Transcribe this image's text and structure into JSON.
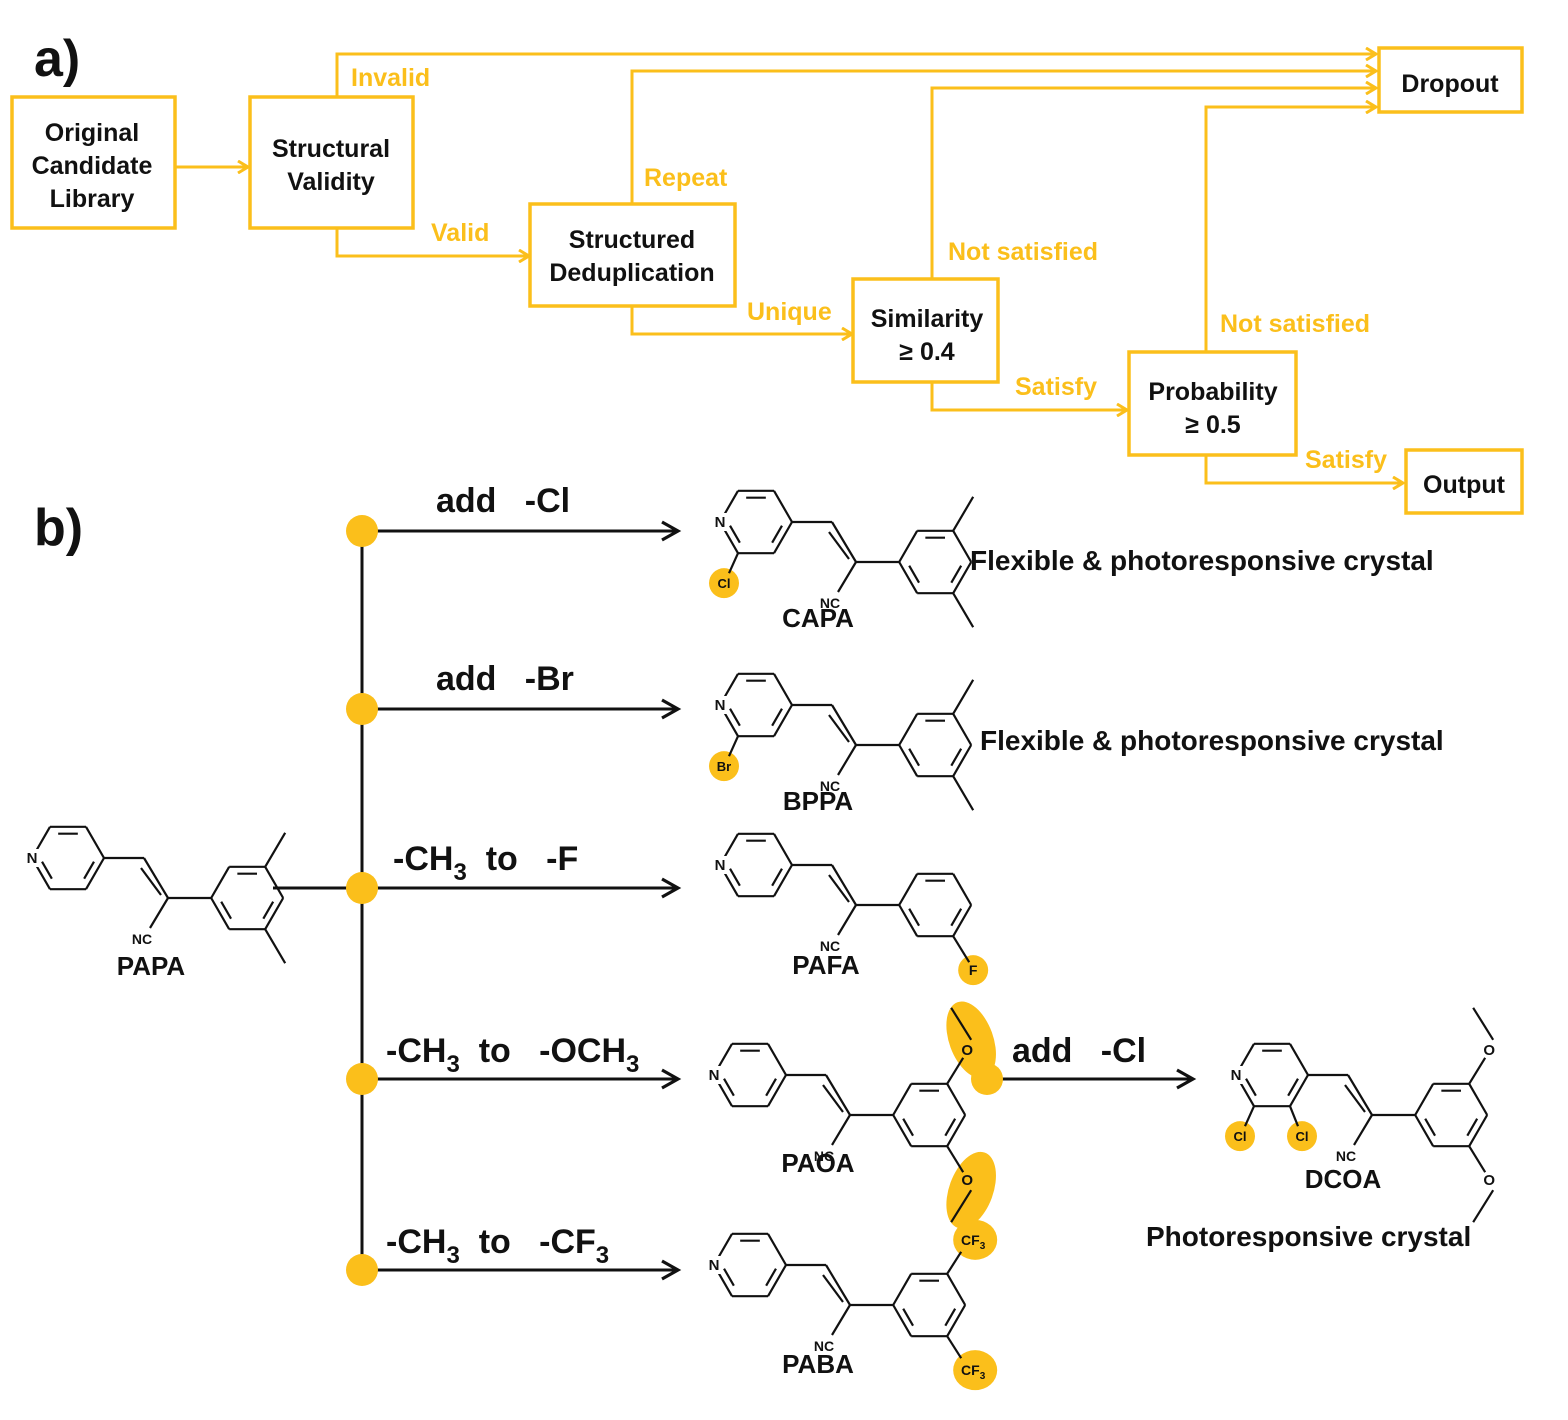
{
  "colors": {
    "accent": "#FBBF1B",
    "ink": "#111111"
  },
  "panel_a": {
    "label": "a)",
    "boxes": {
      "library": [
        "Original",
        "Candidate",
        "Library"
      ],
      "validity": [
        "Structural",
        "Validity"
      ],
      "dedup": [
        "Structured",
        "Deduplication"
      ],
      "similarity": [
        "Similarity",
        "≥ 0.4"
      ],
      "probability": [
        "Probability",
        "≥ 0.5"
      ],
      "dropout": "Dropout",
      "output": "Output"
    },
    "edges": {
      "invalid": "Invalid",
      "valid": "Valid",
      "repeat": "Repeat",
      "unique": "Unique",
      "sim_not": "Not satisfied",
      "sim_yes": "Satisfy",
      "prob_not": "Not satisfied",
      "prob_yes": "Satisfy"
    }
  },
  "panel_b": {
    "label": "b)",
    "parent": "PAPA",
    "reactions": [
      {
        "main": "add   -Cl",
        "product": "CAPA",
        "property": "Flexible & photoresponsive crystal"
      },
      {
        "main": "add   -Br",
        "product": "BPPA",
        "property": "Flexible & photoresponsive crystal"
      },
      {
        "pre": "-CH",
        "sub1": "3",
        "mid": "  to   -F",
        "product": "PAFA"
      },
      {
        "pre": "-CH",
        "sub1": "3",
        "mid": "  to   -OCH",
        "sub2": "3",
        "product": "PAOA"
      },
      {
        "pre": "-CH",
        "sub1": "3",
        "mid": "  to   -CF",
        "sub2": "3",
        "product": "PABA"
      }
    ],
    "second_step": {
      "main": "add   -Cl",
      "product": "DCOA",
      "property": "Photoresponsive crystal"
    },
    "atoms": {
      "N": "N",
      "NC": "NC",
      "Cl": "Cl",
      "Br": "Br",
      "F": "F",
      "O": "O",
      "CF3": "CF",
      "CF3_sub": "3"
    }
  }
}
